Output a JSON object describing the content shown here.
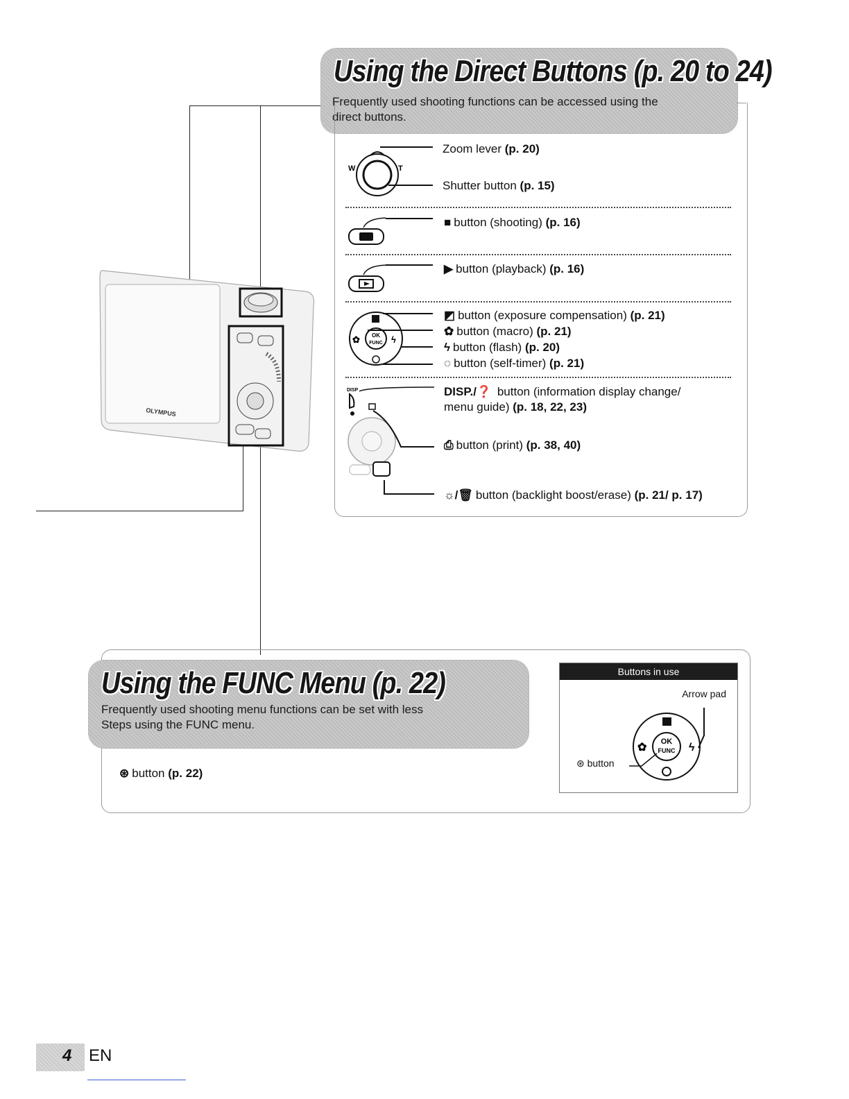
{
  "direct_section": {
    "title": "Using the Direct Buttons (p. 20 to 24)",
    "description_line1": "Frequently used shooting functions can be accessed using the",
    "description_line2": "direct buttons.",
    "items": {
      "zoom": {
        "text": "Zoom lever ",
        "ref": "(p. 20)"
      },
      "shutter": {
        "text": "Shutter button ",
        "ref": "(p. 15)"
      },
      "shooting": {
        "text": "button (shooting) ",
        "ref": "(p. 16)"
      },
      "playback": {
        "text": "button (playback) ",
        "ref": "(p. 16)"
      },
      "exposure": {
        "text": "button (exposure compensation) ",
        "ref": "(p. 21)"
      },
      "macro": {
        "text": "button (macro) ",
        "ref": "(p. 21)"
      },
      "flash": {
        "text": "button (flash) ",
        "ref": "(p. 20)"
      },
      "selftimer": {
        "text": "button (self-timer) ",
        "ref": "(p. 21)"
      },
      "disp_label": "DISP./",
      "disp_text": " button (information display change/",
      "disp_text2": "menu guide) ",
      "disp_ref": "(p. 18, 22, 23)",
      "print": {
        "text": "button (print) ",
        "ref": "(p. 38, 40)"
      },
      "backlight": {
        "text": "button (backlight boost/erase) ",
        "ref": "(p. 21/ p. 17)"
      }
    },
    "dial_labels": {
      "w": "W",
      "t": "T"
    }
  },
  "func_section": {
    "title": "Using the FUNC Menu (p. 22)",
    "description_line1": "Frequently used shooting menu functions can be set with less",
    "description_line2": "Steps using the FUNC menu.",
    "ok_button": {
      "text": "button ",
      "ref": "(p. 22)"
    },
    "buttons_in_use": {
      "header": "Buttons in use",
      "arrow_pad": "Arrow pad",
      "button_label": "button",
      "ok_top": "OK",
      "ok_bottom": "FUNC"
    }
  },
  "camera": {
    "brand": "OLYMPUS"
  },
  "footer": {
    "page_number": "4",
    "language": "EN"
  }
}
